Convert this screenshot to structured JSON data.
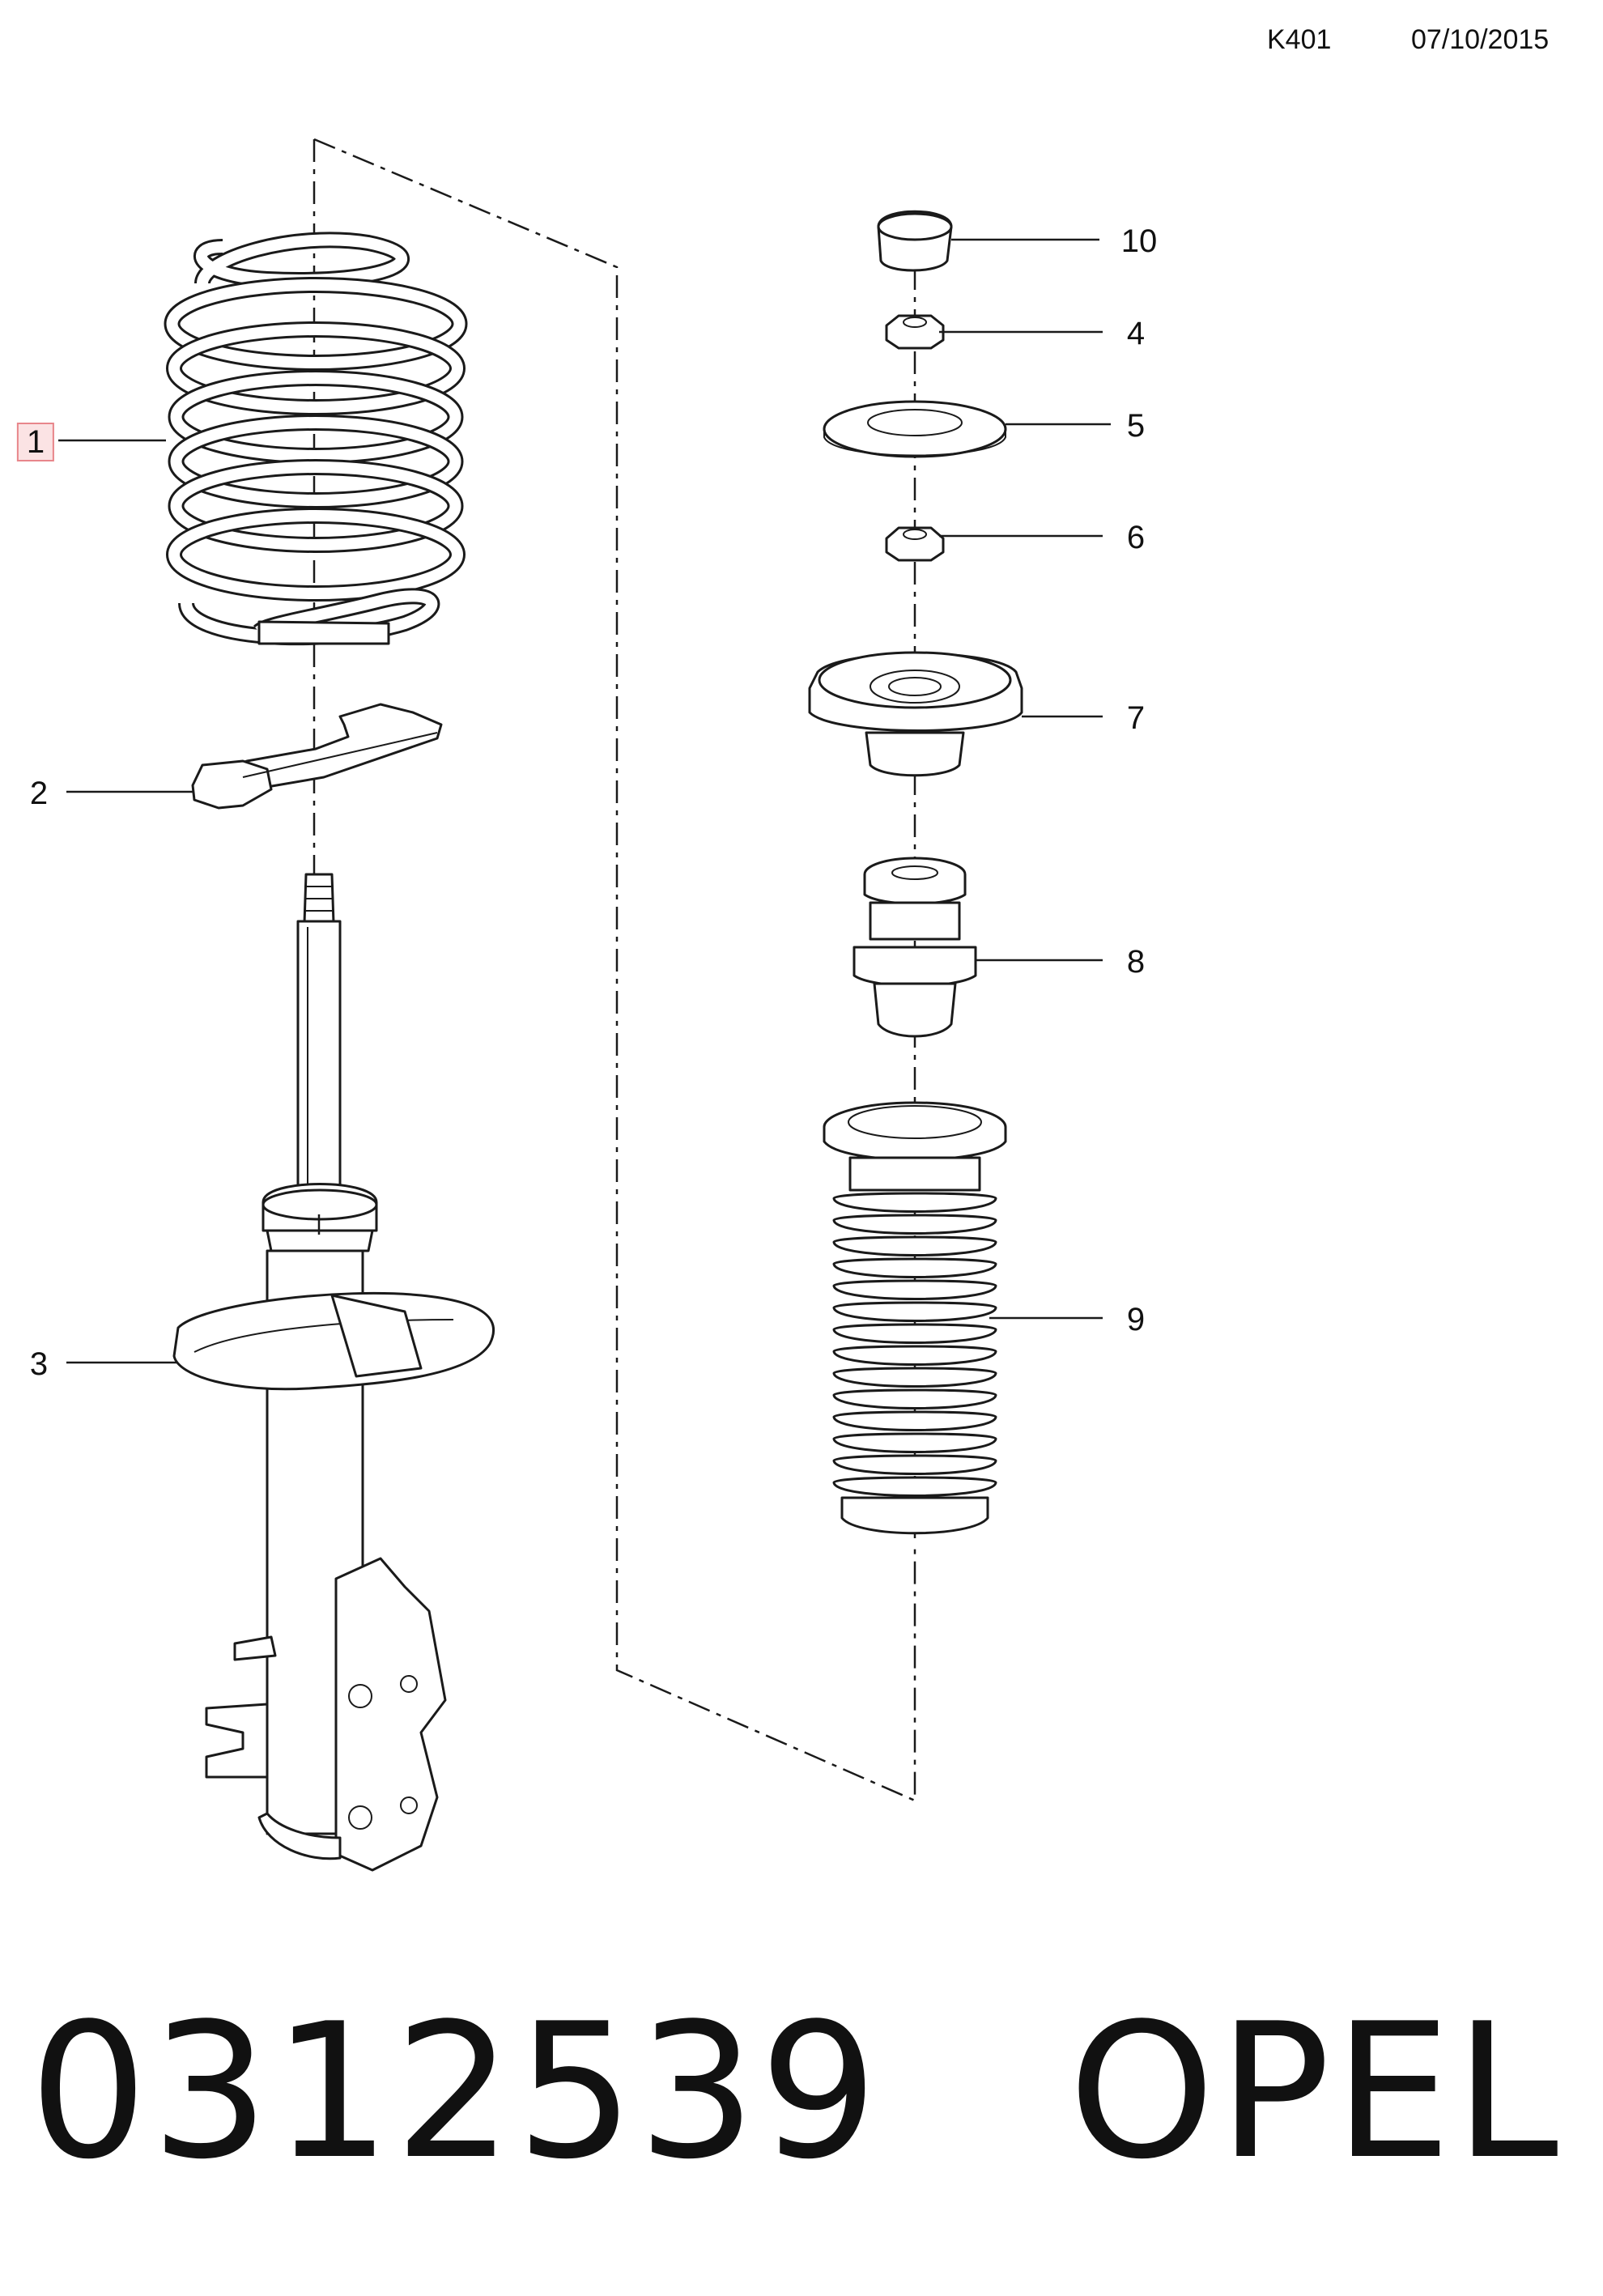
{
  "header": {
    "code": "K401",
    "date": "07/10/2015"
  },
  "callouts": [
    {
      "label": "1",
      "highlighted": true
    },
    {
      "label": "2",
      "highlighted": false
    },
    {
      "label": "3",
      "highlighted": false
    },
    {
      "label": "4",
      "highlighted": false
    },
    {
      "label": "5",
      "highlighted": false
    },
    {
      "label": "6",
      "highlighted": false
    },
    {
      "label": "7",
      "highlighted": false
    },
    {
      "label": "8",
      "highlighted": false
    },
    {
      "label": "9",
      "highlighted": false
    },
    {
      "label": "10",
      "highlighted": false
    }
  ],
  "footer": {
    "part_number": "0312539",
    "brand": "OPEL"
  },
  "colors": {
    "highlight_fill": "#fbe3e4",
    "highlight_border": "#e8868b",
    "line": "#1a1a1a"
  }
}
